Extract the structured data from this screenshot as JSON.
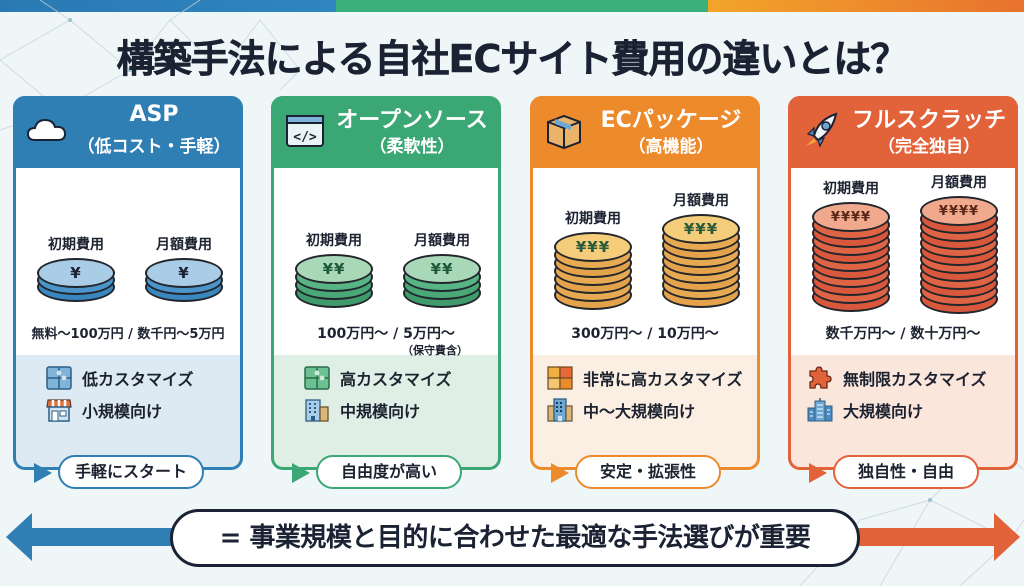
{
  "title": "構築手法による自社ECサイト費用の違いとは？",
  "colors": {
    "blue": "#2f7fb5",
    "green": "#3aa774",
    "orange": "#ec8a2c",
    "red": "#e2623a"
  },
  "cards": [
    {
      "id": "asp",
      "title": "ASP",
      "subtitle": "（低コスト・手軽）",
      "icon": "cloud-icon",
      "initial_label": "初期費用",
      "monthly_label": "月額費用",
      "initial_coin_symbol": "¥",
      "monthly_coin_symbol": "¥",
      "price": "無料〜100万円 / 数千円〜5万円",
      "price_note": "",
      "features": [
        {
          "icon": "puzzle-icon",
          "text": "低カスタマイズ"
        },
        {
          "icon": "storefront-icon",
          "text": "小規模向け"
        }
      ],
      "tagline": "手軽にスタート"
    },
    {
      "id": "open-source",
      "title": "オープンソース",
      "subtitle": "（柔軟性）",
      "icon": "code-window-icon",
      "initial_label": "初期費用",
      "monthly_label": "月額費用",
      "initial_coin_symbol": "¥¥",
      "monthly_coin_symbol": "¥¥",
      "price": "100万円〜 / 5万円〜",
      "price_note": "（保守費含）",
      "features": [
        {
          "icon": "puzzle-icon",
          "text": "高カスタマイズ"
        },
        {
          "icon": "office-building-icon",
          "text": "中規模向け"
        }
      ],
      "tagline": "自由度が高い"
    },
    {
      "id": "ec-package",
      "title": "ECパッケージ",
      "subtitle": "（高機能）",
      "icon": "package-box-icon",
      "initial_label": "初期費用",
      "monthly_label": "月額費用",
      "initial_coin_symbol": "¥¥¥",
      "monthly_coin_symbol": "¥¥¥",
      "price": "300万円〜 / 10万円〜",
      "price_note": "",
      "features": [
        {
          "icon": "puzzle-icon",
          "text": "非常に高カスタマイズ"
        },
        {
          "icon": "office-building-icon",
          "text": "中〜大規模向け"
        }
      ],
      "tagline": "安定・拡張性"
    },
    {
      "id": "full-scratch",
      "title": "フルスクラッチ",
      "subtitle": "（完全独自）",
      "icon": "rocket-icon",
      "initial_label": "初期費用",
      "monthly_label": "月額費用",
      "initial_coin_symbol": "¥¥¥¥",
      "monthly_coin_symbol": "¥¥¥¥",
      "price": "数千万円〜 / 数十万円〜",
      "price_note": "",
      "features": [
        {
          "icon": "puzzle-piece-icon",
          "text": "無制限カスタマイズ"
        },
        {
          "icon": "skyscraper-icon",
          "text": "大規模向け"
        }
      ],
      "tagline": "独自性・自由"
    }
  ],
  "conclusion": "= 事業規模と目的に合わせた最適な手法選びが重要"
}
